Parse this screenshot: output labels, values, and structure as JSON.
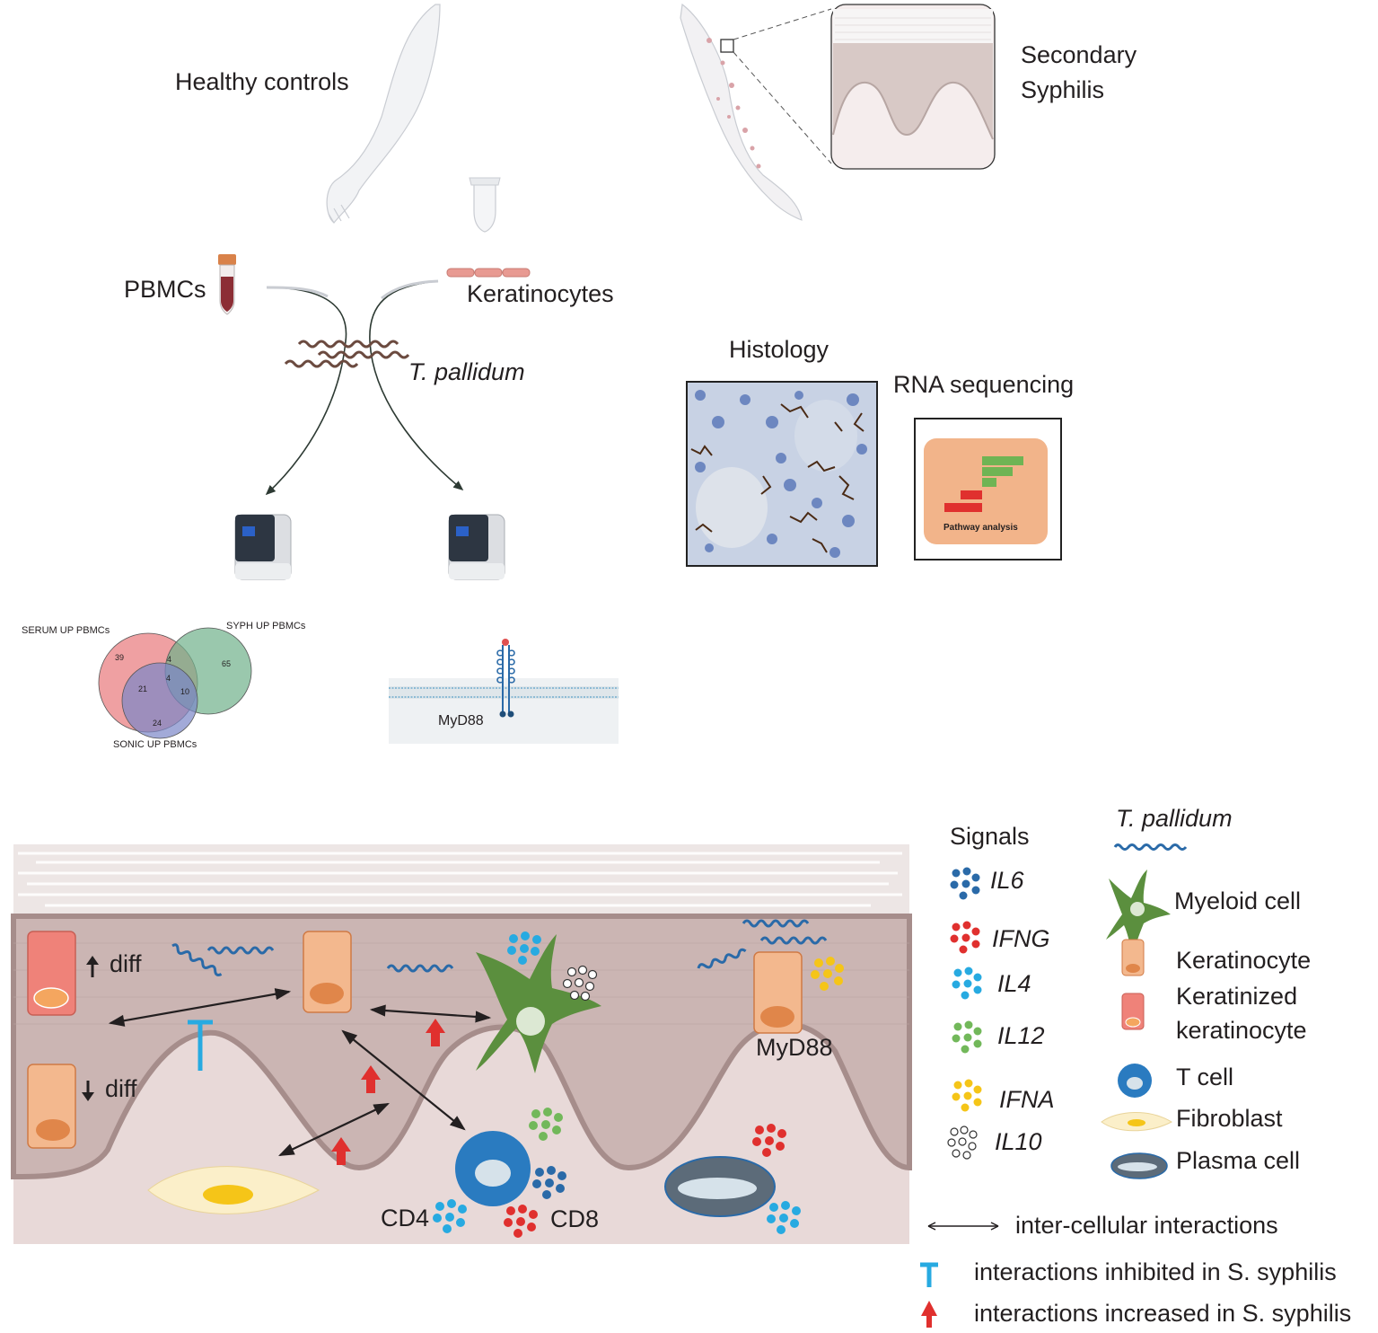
{
  "top": {
    "healthy_controls": "Healthy controls",
    "secondary_syphilis_line1": "Secondary",
    "secondary_syphilis_line2": "Syphilis",
    "pbmcs": "PBMCs",
    "keratinocytes": "Keratinocytes",
    "t_pallidum": "T. pallidum",
    "histology": "Histology",
    "rna_sequencing": "RNA sequencing",
    "pathway_analysis": "Pathway analysis",
    "myd88_receptor": "MyD88"
  },
  "venn": {
    "sets": [
      {
        "name": "SERUM UP PBMCs",
        "only": "39",
        "color": "#e8787a"
      },
      {
        "name": "SYPH UP PBMCs",
        "only": "65",
        "color": "#6fb08a"
      },
      {
        "name": "SONIC UP PBMCs",
        "only": "24",
        "color": "#7a86c8"
      }
    ],
    "serum_syph": "4",
    "serum_sonic": "21",
    "all_three": "4",
    "syph_sonic": "10"
  },
  "skin": {
    "diff_up": "diff",
    "diff_down": "diff",
    "myd88": "MyD88",
    "cd4": "CD4",
    "cd8": "CD8"
  },
  "legend": {
    "signals_title": "Signals",
    "signals": [
      {
        "label": "IL6",
        "color": "#2a6aa8"
      },
      {
        "label": "IFNG",
        "color": "#e0302e"
      },
      {
        "label": "IL4",
        "color": "#27aae1"
      },
      {
        "label": "IL12",
        "color": "#72b85a"
      },
      {
        "label": "IFNA",
        "color": "#f5c518"
      },
      {
        "label": "IL10",
        "color": "#ffffff"
      }
    ],
    "t_pallidum": "T. pallidum",
    "cells": {
      "myeloid": "Myeloid cell",
      "keratinocyte": "Keratinocyte",
      "keratinized_line1": "Keratinized",
      "keratinized_line2": "keratinocyte",
      "tcell": "T cell",
      "fibroblast": "Fibroblast",
      "plasma": "Plasma cell"
    },
    "interactions": "inter-cellular interactions",
    "inhibited": "interactions inhibited in S. syphilis",
    "increased": "interactions increased in S. syphilis"
  }
}
